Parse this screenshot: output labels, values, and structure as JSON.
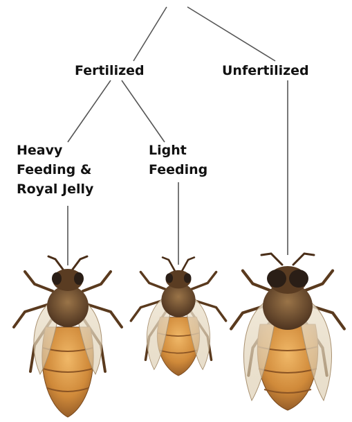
{
  "labels": {
    "fertilized": "Fertilized",
    "unfertilized": "Unfertilized",
    "heavy_feeding_line1": "Heavy",
    "heavy_feeding_line2": "Feeding &",
    "heavy_feeding_line3": "Royal Jelly",
    "light_feeding_line1": "Light",
    "light_feeding_line2": "Feeding"
  },
  "colors": {
    "line": "#555555",
    "body_light": "#e0a050",
    "body_mid": "#c87a2a",
    "body_dark": "#7a4a1e",
    "head_thorax": "#6b4a2a",
    "wing": "#e8dcc8",
    "eye": "#2a1e16"
  },
  "icons": [
    "queen-bee-icon",
    "worker-bee-icon",
    "drone-bee-icon"
  ]
}
